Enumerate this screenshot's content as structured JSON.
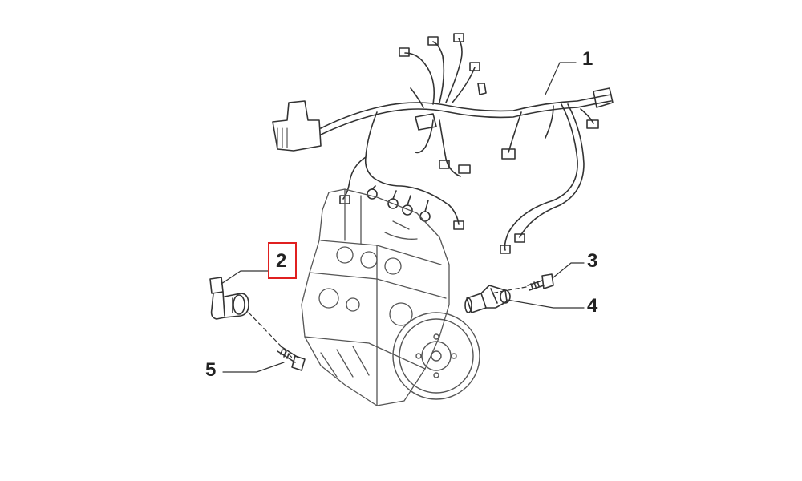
{
  "callouts": {
    "part_1": "1",
    "part_2": "2",
    "part_3": "3",
    "part_4": "4",
    "part_5": "5"
  },
  "selected_part": "2",
  "colors": {
    "line": "#222222",
    "highlight": "#e02020",
    "background": "#ffffff"
  }
}
